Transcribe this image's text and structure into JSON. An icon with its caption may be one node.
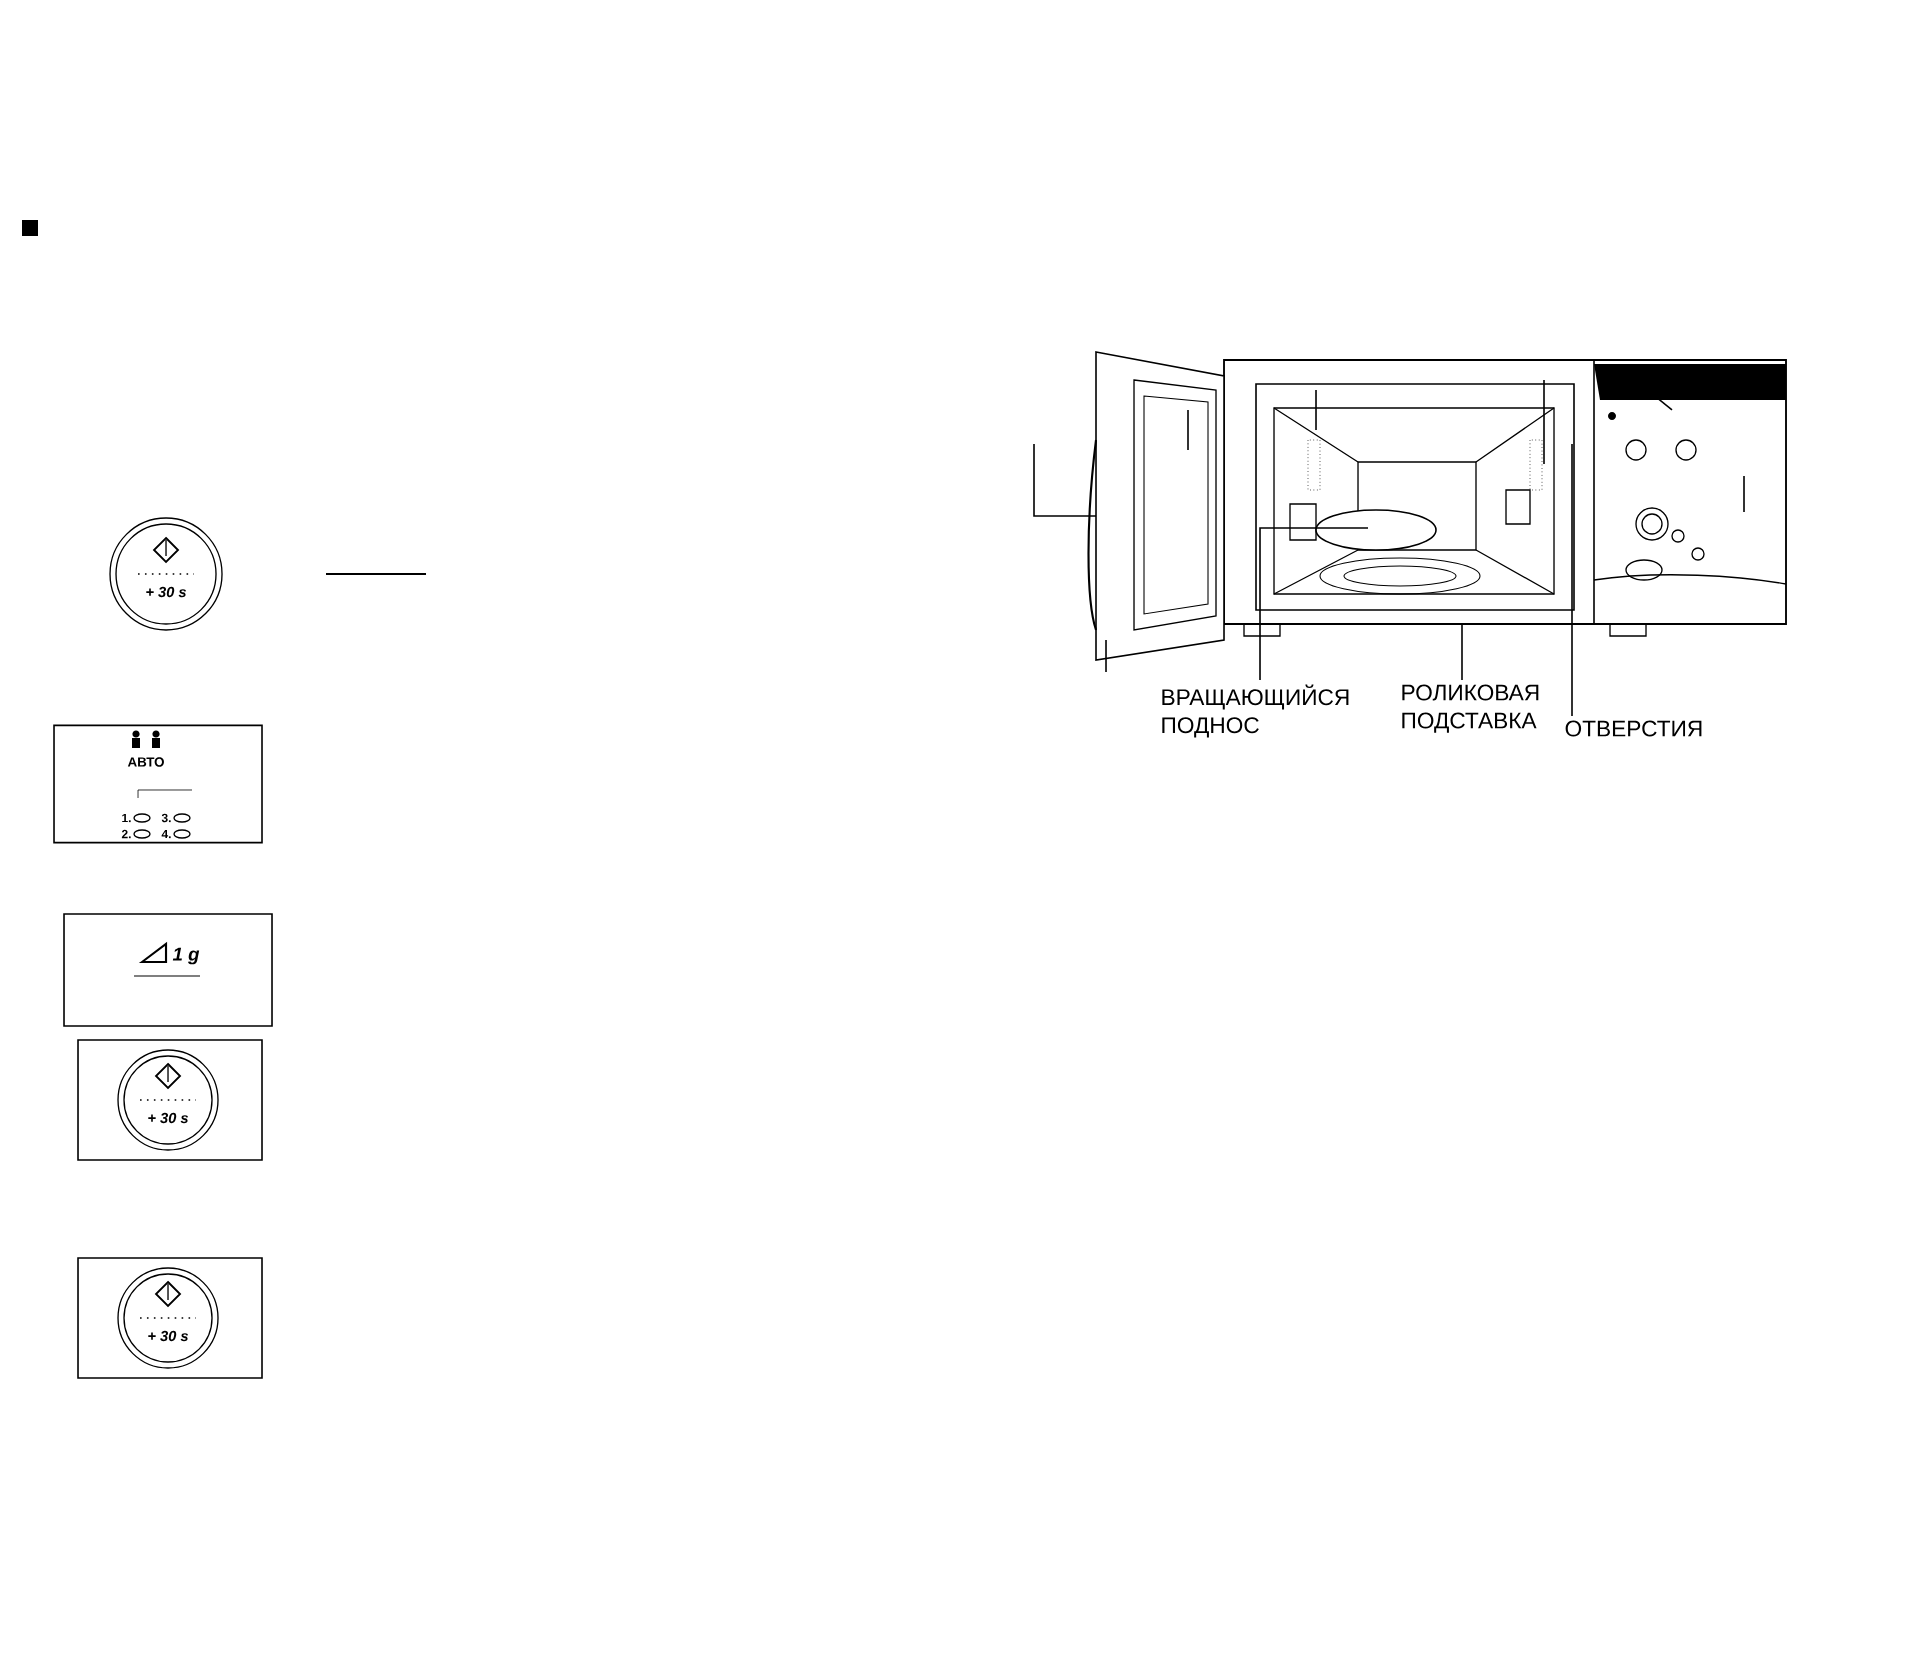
{
  "diagram": {
    "nodes": [
      {
        "text": [
          "+ 30 s"
        ]
      },
      {
        "text": [
          "АВТО",
          "1.",
          "3.",
          "2.",
          "4."
        ]
      },
      {
        "text": [
          "1 g"
        ]
      },
      {
        "text": [
          "+ 30 s"
        ]
      },
      {
        "text": [
          "+ 30 s"
        ]
      },
      {
        "text": [
          "ВРАЩАЮЩИЙСЯ ПОДНОС"
        ]
      },
      {
        "text": [
          "РОЛИКОВАЯ ПОДСТАВКА"
        ]
      },
      {
        "text": [
          "ОТВЕРСТИЯ"
        ]
      }
    ],
    "edges": [
      {
        "from": 5,
        "to": null,
        "arrow": "none"
      },
      {
        "from": 6,
        "to": null,
        "arrow": "none"
      },
      {
        "from": 7,
        "to": null,
        "arrow": "none"
      }
    ]
  }
}
